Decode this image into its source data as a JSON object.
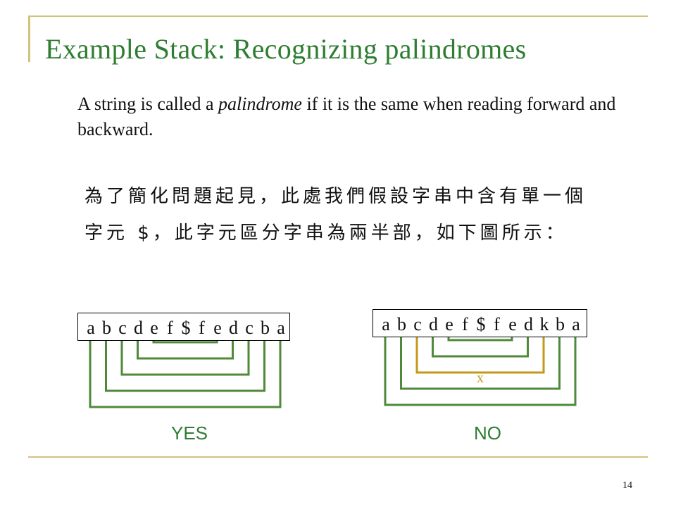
{
  "slide": {
    "title": "Example Stack: Recognizing palindromes",
    "intro_before": "A string is called a ",
    "intro_term": "palindrome",
    "intro_after": " if it is the same when reading forward and backward.",
    "cjk_line_1": "為了簡化問題起見，此處我們假設字串中含有單一個",
    "cjk_line_2": "字元 $，此字元區分字串為兩半部，如下圖所示：",
    "page_number": "14"
  },
  "examples": {
    "yes": {
      "chars": [
        "a",
        "b",
        "c",
        "d",
        "e",
        "f",
        "$",
        "f",
        "e",
        "d",
        "c",
        "b",
        "a"
      ],
      "label": "YES"
    },
    "no": {
      "chars": [
        "a",
        "b",
        "c",
        "d",
        "e",
        "f",
        "$",
        "f",
        "e",
        "d",
        "k",
        "b",
        "a"
      ],
      "label": "NO",
      "mismatch_mark": "x"
    }
  },
  "colors": {
    "title": "#2e7d32",
    "match_bracket": "#4e8a3a",
    "mismatch_bracket": "#c19a1a",
    "rule": "#d4c27a"
  }
}
